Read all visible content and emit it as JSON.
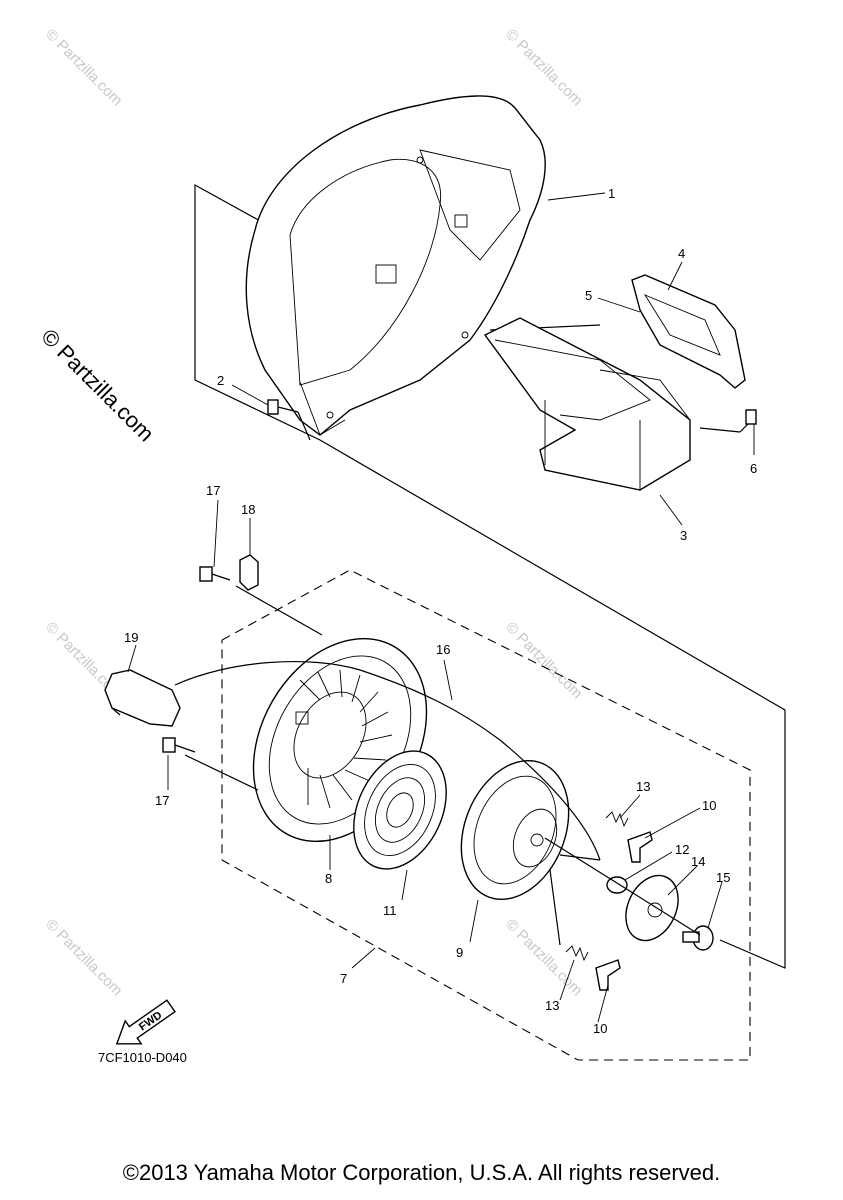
{
  "diagram": {
    "callouts": [
      "1",
      "2",
      "3",
      "4",
      "5",
      "6",
      "7",
      "8",
      "9",
      "10",
      "10",
      "11",
      "12",
      "13",
      "13",
      "14",
      "15",
      "16",
      "17",
      "17",
      "18",
      "19"
    ],
    "drawing_code": "7CF1010-D040",
    "fwd_label": "FWD",
    "watermark": "© Partzilla.com",
    "copyright": "©2013 Yamaha Motor Corporation, U.S.A. All rights reserved."
  }
}
